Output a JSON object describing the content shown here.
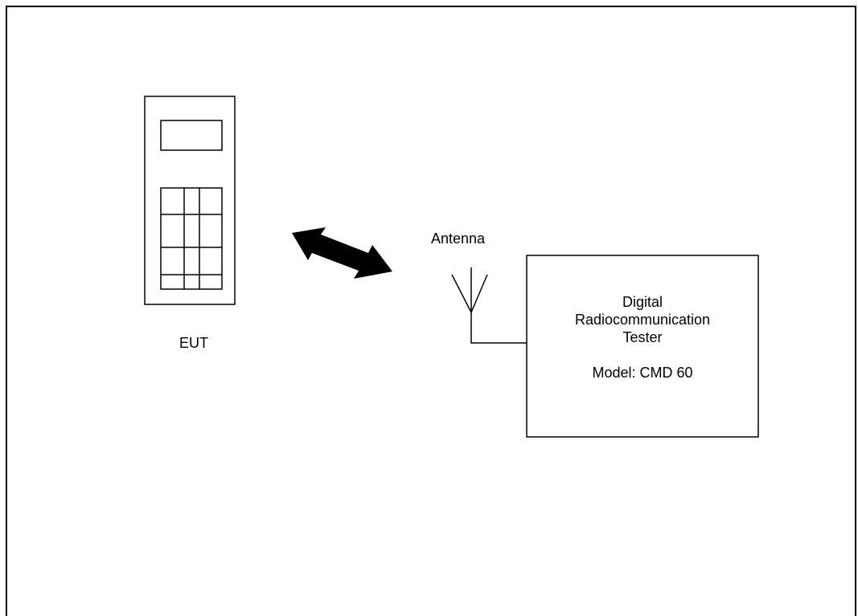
{
  "labels": {
    "eut": "EUT",
    "antenna": "Antenna",
    "tester_line1": "Digital",
    "tester_line2": "Radiocommunication",
    "tester_line3": "Tester",
    "tester_model": "Model: CMD 60"
  }
}
